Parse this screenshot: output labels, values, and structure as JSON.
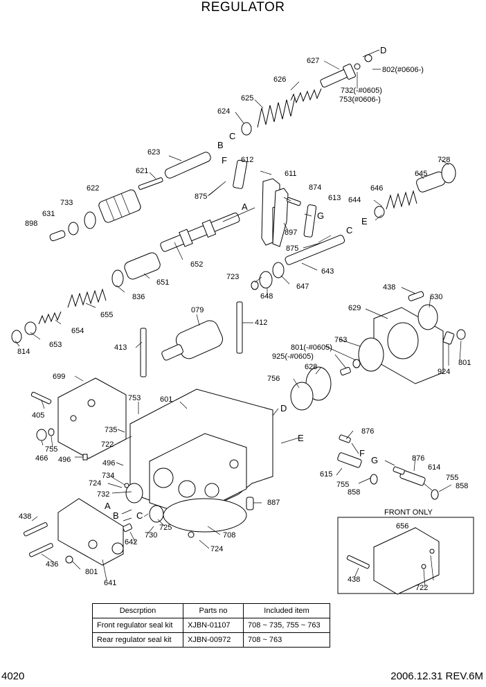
{
  "title": "REGULATOR",
  "labels": {
    "l627": "627",
    "lD1": "D",
    "l802": "802(#0606-)",
    "l732": "732(-#0605)",
    "l753a": "753(#0606-)",
    "l626": "626",
    "l625": "625",
    "l624": "624",
    "lC1": "C",
    "lB1": "B",
    "l623": "623",
    "lF1": "F",
    "l612": "612",
    "l611": "611",
    "l621": "621",
    "l874": "874",
    "l613": "613",
    "l875a": "875",
    "lG1": "G",
    "l622": "622",
    "l733": "733",
    "lA1": "A",
    "l631": "631",
    "l898": "898",
    "l897": "897",
    "lC2": "C",
    "l875b": "875",
    "l728": "728",
    "l645": "645",
    "l646": "646",
    "l644": "644",
    "lE1": "E",
    "l652": "652",
    "l643": "643",
    "l723": "723",
    "l647": "647",
    "l648": "648",
    "l651": "651",
    "l836": "836",
    "l438a": "438",
    "l630": "630",
    "l629": "629",
    "l655": "655",
    "l654": "654",
    "l653": "653",
    "l814": "814",
    "l079": "079",
    "l412": "412",
    "l413": "413",
    "l763": "763",
    "l801a": "801(-#0605)",
    "l925": "925(-#0605)",
    "l628": "628",
    "l924": "924",
    "l801b": "801",
    "l699": "699",
    "l756": "756",
    "l753b": "753",
    "l601": "601",
    "lD2": "D",
    "l405": "405",
    "l735": "735",
    "l722a": "722",
    "lE2": "E",
    "l876a": "876",
    "l755a": "755",
    "l466": "466",
    "l496a": "496",
    "l496b": "496",
    "lF2": "F",
    "lG2": "G",
    "l876b": "876",
    "l614": "614",
    "l615": "615",
    "l734": "734",
    "l724a": "724",
    "l755b": "755",
    "l858a": "858",
    "l755c": "755",
    "l858b": "858",
    "l732b": "732",
    "lA2": "A",
    "l887": "887",
    "lB2": "B",
    "lC3": "C",
    "l438b": "438",
    "l730": "730",
    "l725": "725",
    "l708": "708",
    "l642": "642",
    "l724b": "724",
    "l656": "656",
    "l436": "436",
    "l801c": "801",
    "l641": "641",
    "l438c": "438",
    "l722b": "722"
  },
  "front_only": "FRONT ONLY",
  "table": {
    "headers": [
      "Descrption",
      "Parts no",
      "Included item"
    ],
    "rows": [
      [
        "Front regulator seal kit",
        "XJBN-01107",
        "708 ~ 735, 755 ~ 763"
      ],
      [
        "Rear regulator seal kit",
        "XJBN-00972",
        "708 ~ 763"
      ]
    ]
  },
  "page_number": "4020",
  "revision": "2006.12.31  REV.6M"
}
